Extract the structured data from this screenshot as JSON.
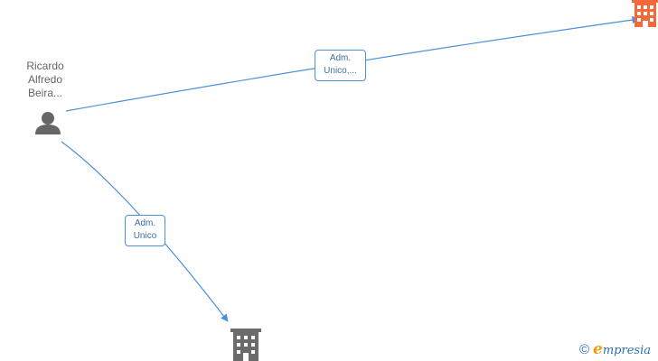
{
  "person": {
    "name_lines": [
      "Ricardo",
      "Alfredo",
      "Beira..."
    ],
    "icon": "person-icon"
  },
  "companies": [
    {
      "icon": "building-icon",
      "color": "#f26a3a"
    },
    {
      "icon": "building-icon",
      "color": "#6b6b6b"
    }
  ],
  "edges": [
    {
      "label_lines": [
        "Adm.",
        "Unico,..."
      ],
      "color": "#4a90d9"
    },
    {
      "label_lines": [
        "Adm.",
        "Unico"
      ],
      "color": "#4a90d9"
    }
  ],
  "brand": {
    "copyright": "©",
    "initial": "e",
    "rest": "mpresia"
  }
}
